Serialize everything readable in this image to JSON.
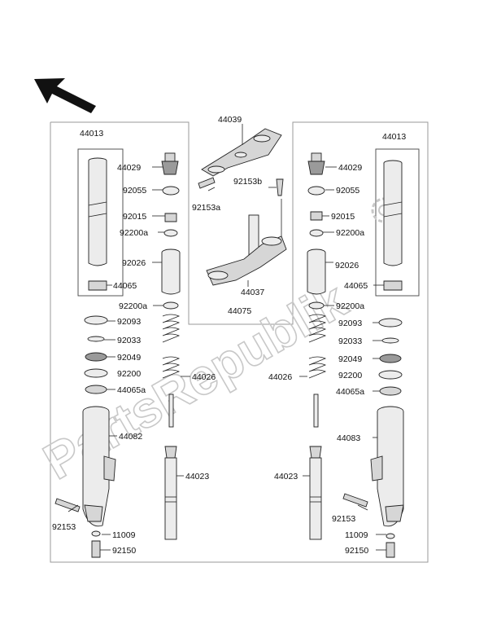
{
  "watermark": "PartsRepublik",
  "labels": {
    "l44013": "44013",
    "r44013": "44013",
    "l44029": "44029",
    "r44029": "44029",
    "l92055": "92055",
    "r92055": "92055",
    "l92015": "92015",
    "r92015": "92015",
    "l92200a_top": "92200a",
    "r92200a_top": "92200a",
    "l92026": "92026",
    "r92026": "92026",
    "l44065": "44065",
    "r44065": "44065",
    "l92200a_mid": "92200a",
    "r92200a_mid": "92200a",
    "l92093": "92093",
    "r92093": "92093",
    "l92033": "92033",
    "r92033": "92033",
    "l92049": "92049",
    "r92049": "92049",
    "l92200": "92200",
    "r92200": "92200",
    "l44065a": "44065a",
    "r44065a": "44065a",
    "l44026": "44026",
    "r44026": "44026",
    "l44082": "44082",
    "r44083": "44083",
    "l44023": "44023",
    "r44023": "44023",
    "l92153": "92153",
    "r92153": "92153",
    "l11009": "11009",
    "r11009": "11009",
    "l92150": "92150",
    "r92150": "92150",
    "c44039": "44039",
    "c92153b": "92153b",
    "c92153a": "92153a",
    "c44037": "44037",
    "c44075": "44075"
  }
}
